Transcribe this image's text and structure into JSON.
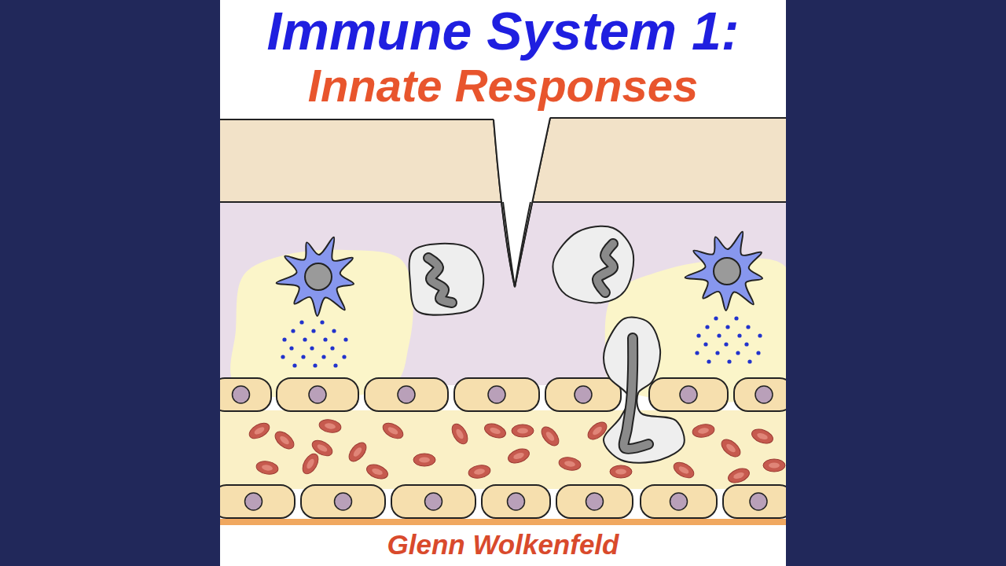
{
  "diagram": {
    "title": "Immune System 1:",
    "labels": [
      "Innate Responses"
    ],
    "caption": "Glenn Wolkenfeld"
  }
}
